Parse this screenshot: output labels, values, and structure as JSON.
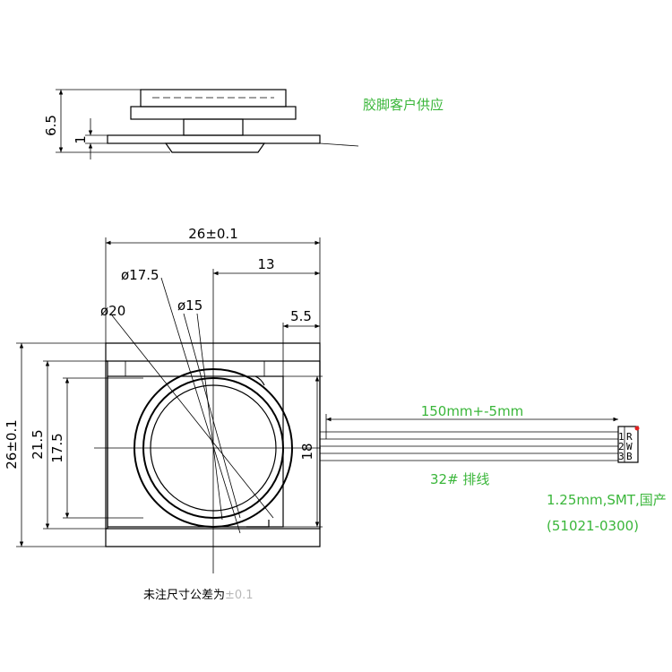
{
  "side_view": {
    "dim_height": "6.5",
    "dim_base": "1"
  },
  "supply_note": "胶脚客户供应",
  "top_view": {
    "dim_width": "26±0.1",
    "dim_height": "26±0.1",
    "dim_13": "13",
    "dim_5_5": "5.5",
    "dim_21_5": "21.5",
    "dim_17_5": "17.5",
    "dim_18": "18",
    "dia_17_5": "ø17.5",
    "dia_20": "ø20",
    "dia_15": "ø15"
  },
  "cable": {
    "length_label": "150mm+-5mm",
    "ribbon_label": "32#  排线",
    "connector_spec": "1.25mm,SMT,国产",
    "connector_part": "(51021-0300)",
    "pins": [
      {
        "num": "1",
        "color": "R"
      },
      {
        "num": "2",
        "color": "W"
      },
      {
        "num": "3",
        "color": "B"
      }
    ],
    "pin_marker_color": "#e02020"
  },
  "tolerance_note": {
    "prefix": "未注尺寸公差为",
    "value": "±0.1"
  },
  "colors": {
    "annotation_green": "#3ab63a",
    "tolerance_grey": "#b8b8b8"
  }
}
